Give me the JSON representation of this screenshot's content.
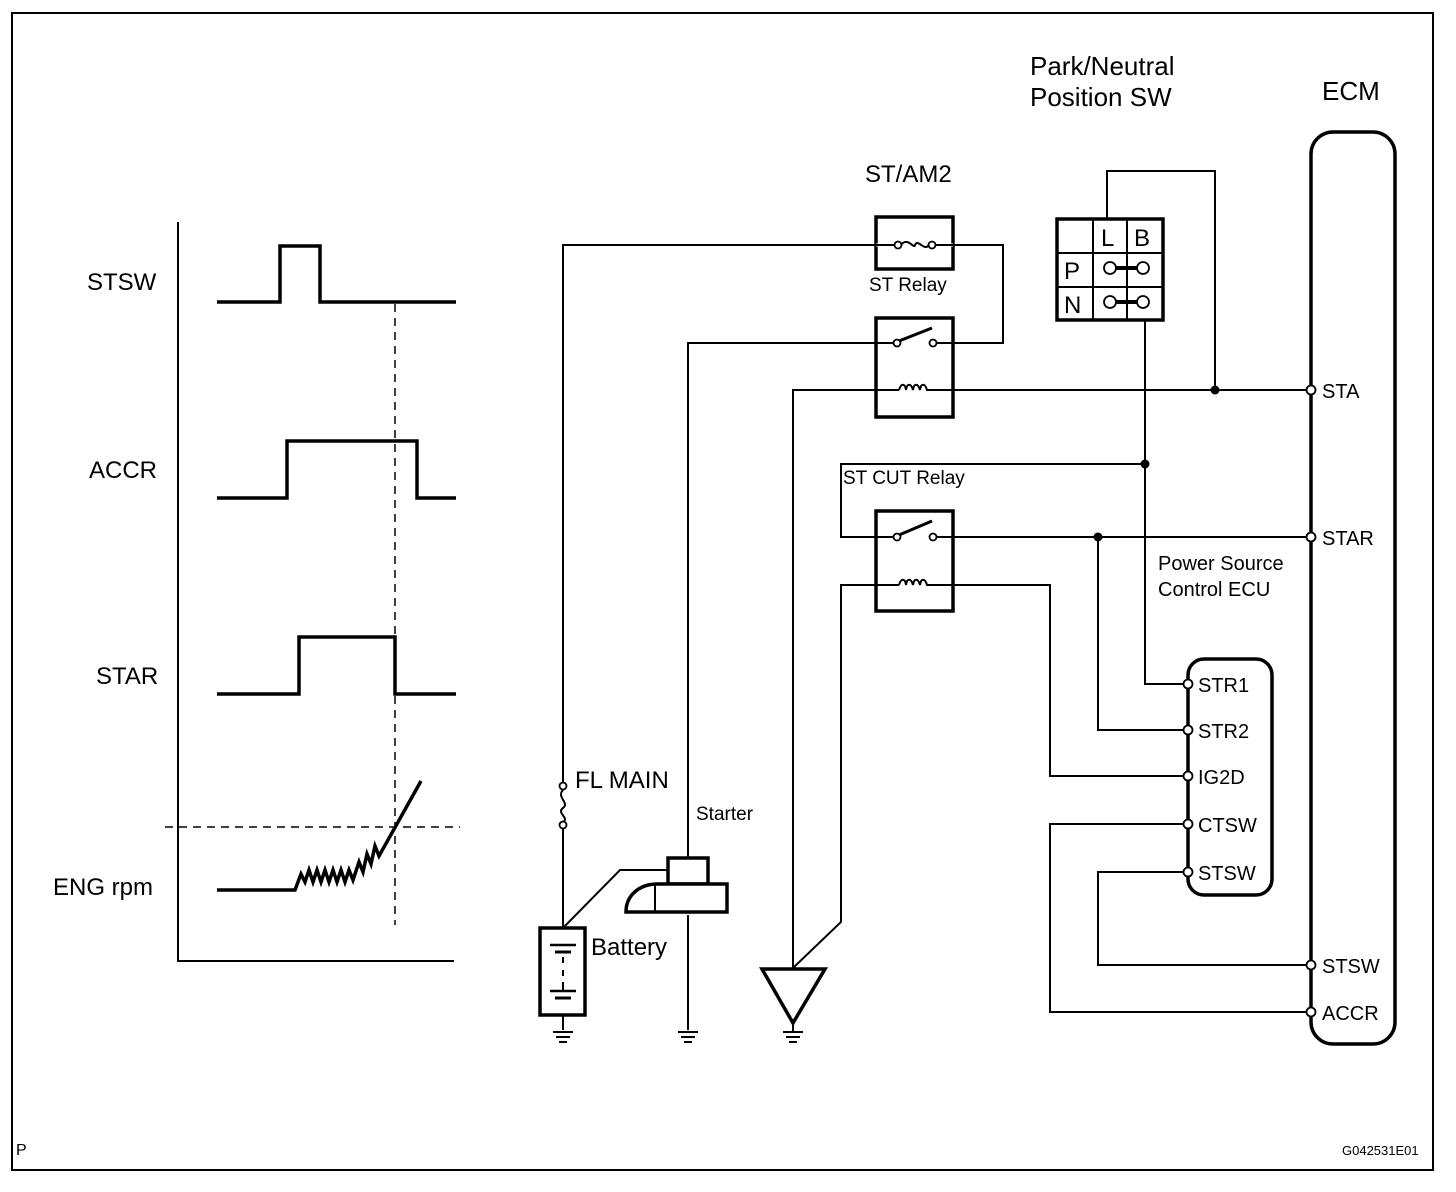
{
  "figure_id": "G042531E01",
  "corner_mark": "P",
  "timing_chart": {
    "signals": [
      "STSW",
      "ACCR",
      "STAR",
      "ENG rpm"
    ]
  },
  "components": {
    "park_neutral_sw": {
      "title_line1": "Park/Neutral",
      "title_line2": "Position SW",
      "col_headers": [
        "L",
        "B"
      ],
      "row_labels": [
        "P",
        "N"
      ]
    },
    "ecm": {
      "title": "ECM",
      "terminals": [
        "STA",
        "STAR",
        "STSW",
        "ACCR"
      ]
    },
    "st_am2": {
      "title": "ST/AM2"
    },
    "st_relay": {
      "label": "ST Relay"
    },
    "st_cut_relay": {
      "label": "ST CUT Relay"
    },
    "power_source_ecu": {
      "title_line1": "Power Source",
      "title_line2": "Control ECU",
      "terminals": [
        "STR1",
        "STR2",
        "IG2D",
        "CTSW",
        "STSW"
      ]
    },
    "fl_main": {
      "label": "FL MAIN"
    },
    "starter": {
      "label": "Starter"
    },
    "battery": {
      "label": "Battery"
    }
  }
}
